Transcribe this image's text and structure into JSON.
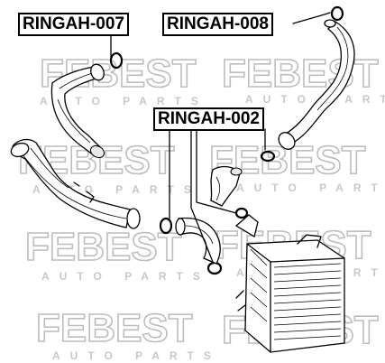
{
  "watermark": {
    "brand": "FEBEST",
    "tagline": "AUTO PARTS"
  },
  "parts": {
    "label_007": "RINGAH-007",
    "label_008": "RINGAH-008",
    "label_002": "RINGAH-002"
  }
}
